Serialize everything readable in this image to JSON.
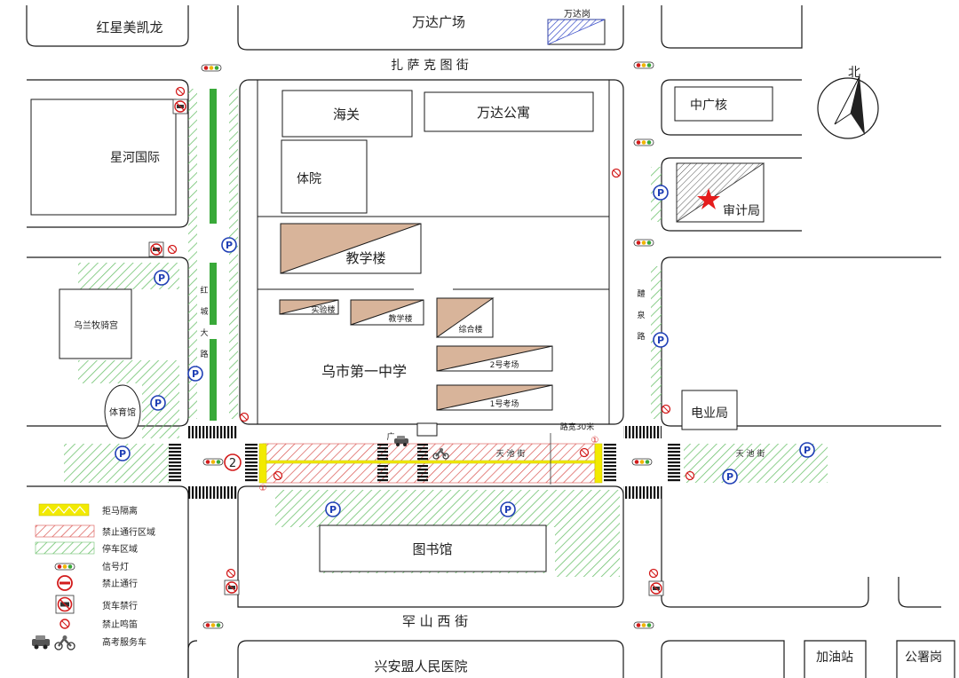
{
  "streets": {
    "north": "扎 萨 克 图 街",
    "south": "罕 山 西 街",
    "west": [
      "红",
      "城",
      "大",
      "路"
    ],
    "east": [
      "醴",
      "泉",
      "路"
    ],
    "middle_west": "天  池  街",
    "middle_east": "天  池  街",
    "road_width": "路宽30米"
  },
  "buildings": {
    "hongxing": "红星美凯龙",
    "wanda_plaza": "万达广场",
    "wanda_post": "万达岗",
    "xinghe": "星河国际",
    "customs": "海关",
    "wanda_apartment": "万达公寓",
    "tiyuan": "体院",
    "zhongguanghe": "中广核",
    "audit": "审计局",
    "teaching_main": "教学楼",
    "lab": "实验楼",
    "teaching_small": "教学楼",
    "complex": "综合楼",
    "exam2": "2号考场",
    "exam1": "1号考场",
    "school": "乌市第一中学",
    "ulan_palace": "乌兰牧骑宫",
    "gym": "体育馆",
    "power_bureau": "电业局",
    "library": "图书馆",
    "hospital": "兴安盟人民医院",
    "gas_station": "加油站",
    "gongshu_post": "公署岗"
  },
  "markers": {
    "compass_label": "北",
    "parking_symbol": "P",
    "circled_2": "2",
    "circled_1": "①",
    "guang_mark": "广"
  },
  "legend": [
    {
      "icon": "barrier",
      "label": "拒马隔离"
    },
    {
      "icon": "no-entry-area",
      "label": "禁止通行区域"
    },
    {
      "icon": "parking-area",
      "label": "停车区域"
    },
    {
      "icon": "traffic-light",
      "label": "信号灯"
    },
    {
      "icon": "no-entry",
      "label": "禁止通行"
    },
    {
      "icon": "no-truck",
      "label": "货车禁行"
    },
    {
      "icon": "no-honking",
      "label": "禁止鸣笛"
    },
    {
      "icon": "service-vehicle",
      "label": "高考服务车"
    }
  ],
  "colors": {
    "road_line": "#1a1a1a",
    "hatch_green": "#6fc26f",
    "hatch_red": "#d9534f",
    "bar_green": "#39a939",
    "barrier_yellow": "#f2ea00",
    "building_fill": "#d8b49a",
    "parking_blue": "#1f3fb5",
    "sign_red": "#d21b1b",
    "star_red": "#e51c1c",
    "wanda_post_blue": "#3a4ec8"
  }
}
